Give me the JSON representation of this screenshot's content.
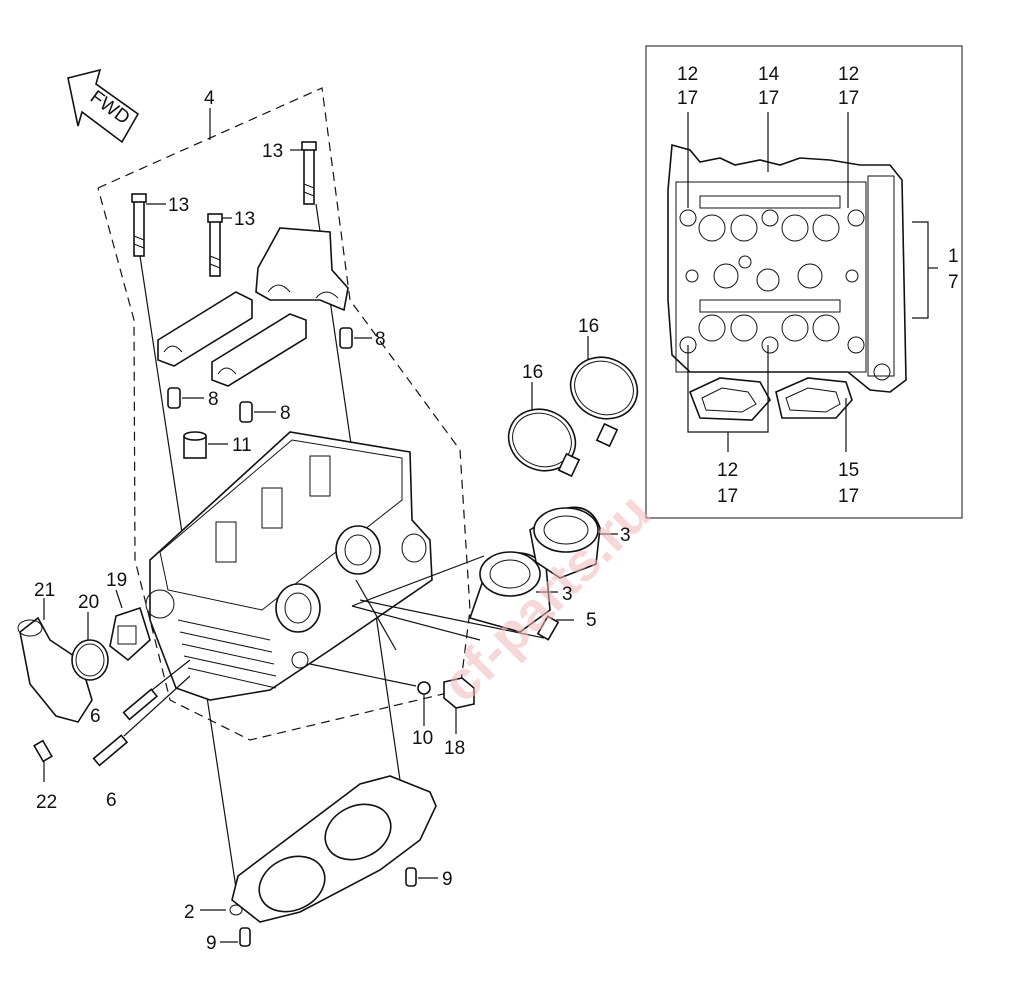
{
  "direction_badge": "FWD",
  "watermark": "cf-parts.ru",
  "labels": {
    "l1": "1",
    "l7": "7",
    "l2": "2",
    "l3a": "3",
    "l3b": "3",
    "l4": "4",
    "l5": "5",
    "l6a": "6",
    "l6b": "6",
    "l8a": "8",
    "l8b": "8",
    "l8c": "8",
    "l9a": "9",
    "l9b": "9",
    "l10": "10",
    "l11": "11",
    "l12a": "12",
    "l17a": "17",
    "l12b": "12",
    "l17b": "17",
    "l12c": "12",
    "l17c": "17",
    "l13a": "13",
    "l13b": "13",
    "l13c": "13",
    "l14": "14",
    "l17d": "17",
    "l15": "15",
    "l17e": "17",
    "l16a": "16",
    "l16b": "16",
    "l18": "18",
    "l19": "19",
    "l20": "20",
    "l21": "21",
    "l22": "22"
  }
}
